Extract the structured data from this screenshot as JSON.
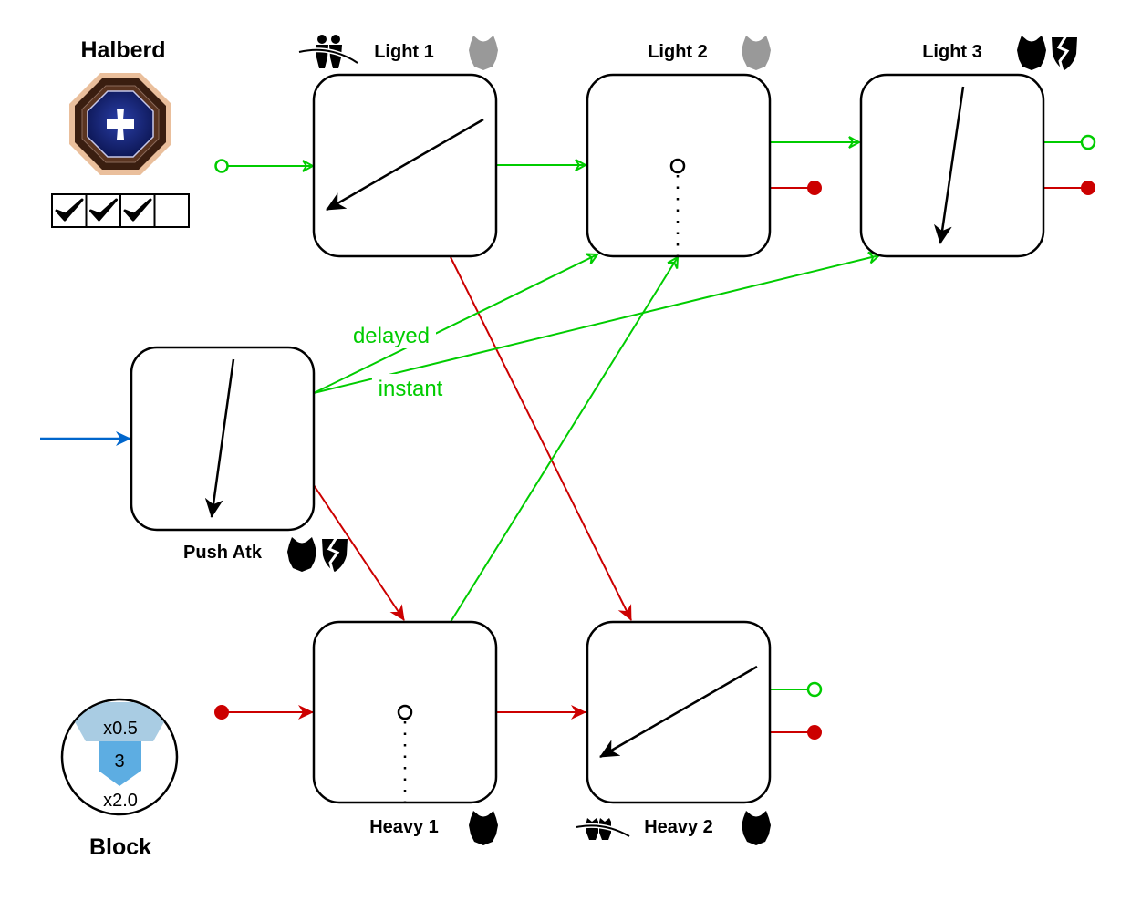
{
  "weapon": {
    "title": "Halberd",
    "icon": "cross-emblem-icon",
    "checks": [
      true,
      true,
      true,
      false
    ]
  },
  "block": {
    "label": "Block",
    "top_multiplier": "x0.5",
    "value": "3",
    "bottom_multiplier": "x2.0"
  },
  "colors": {
    "light": "#00cc00",
    "heavy": "#cc0000",
    "entry": "#0066cc",
    "armor_grey": "#999999",
    "armor_black": "#000000",
    "block_light": "#a9cce3",
    "block_dark": "#5dade2"
  },
  "nodes": [
    {
      "id": "light1",
      "label": "Light 1",
      "motion": "diagonal-down-left",
      "icons": [
        "dodge-icon",
        "armor-grey-icon"
      ]
    },
    {
      "id": "light2",
      "label": "Light 2",
      "motion": "thrust-point",
      "icons": [
        "armor-grey-icon"
      ]
    },
    {
      "id": "light3",
      "label": "Light 3",
      "motion": "vertical-down",
      "icons": [
        "armor-black-icon",
        "broken-shield-icon"
      ]
    },
    {
      "id": "push",
      "label": "Push Atk",
      "motion": "vertical-down",
      "icons": [
        "armor-black-icon",
        "broken-shield-icon"
      ]
    },
    {
      "id": "heavy1",
      "label": "Heavy 1",
      "motion": "thrust-point",
      "icons": [
        "armor-black-icon"
      ]
    },
    {
      "id": "heavy2",
      "label": "Heavy 2",
      "motion": "diagonal-down-left",
      "icons": [
        "dodge-icon",
        "armor-black-icon"
      ]
    }
  ],
  "edges": [
    {
      "from": "start-light",
      "to": "light1",
      "type": "light"
    },
    {
      "from": "light1",
      "to": "light2",
      "type": "light"
    },
    {
      "from": "light2",
      "to": "light3",
      "type": "light"
    },
    {
      "from": "light1",
      "to": "heavy2",
      "type": "heavy"
    },
    {
      "from": "push",
      "to": "light2",
      "type": "light",
      "label": "delayed"
    },
    {
      "from": "push",
      "to": "light3",
      "type": "light",
      "label": "instant"
    },
    {
      "from": "push",
      "to": "heavy1",
      "type": "heavy"
    },
    {
      "from": "heavy1",
      "to": "light2",
      "type": "light"
    },
    {
      "from": "heavy1",
      "to": "heavy2",
      "type": "heavy"
    },
    {
      "from": "start-heavy",
      "to": "heavy1",
      "type": "heavy"
    },
    {
      "from": "start-entry",
      "to": "push",
      "type": "entry"
    }
  ],
  "edge_labels": {
    "delayed": "delayed",
    "instant": "instant"
  }
}
